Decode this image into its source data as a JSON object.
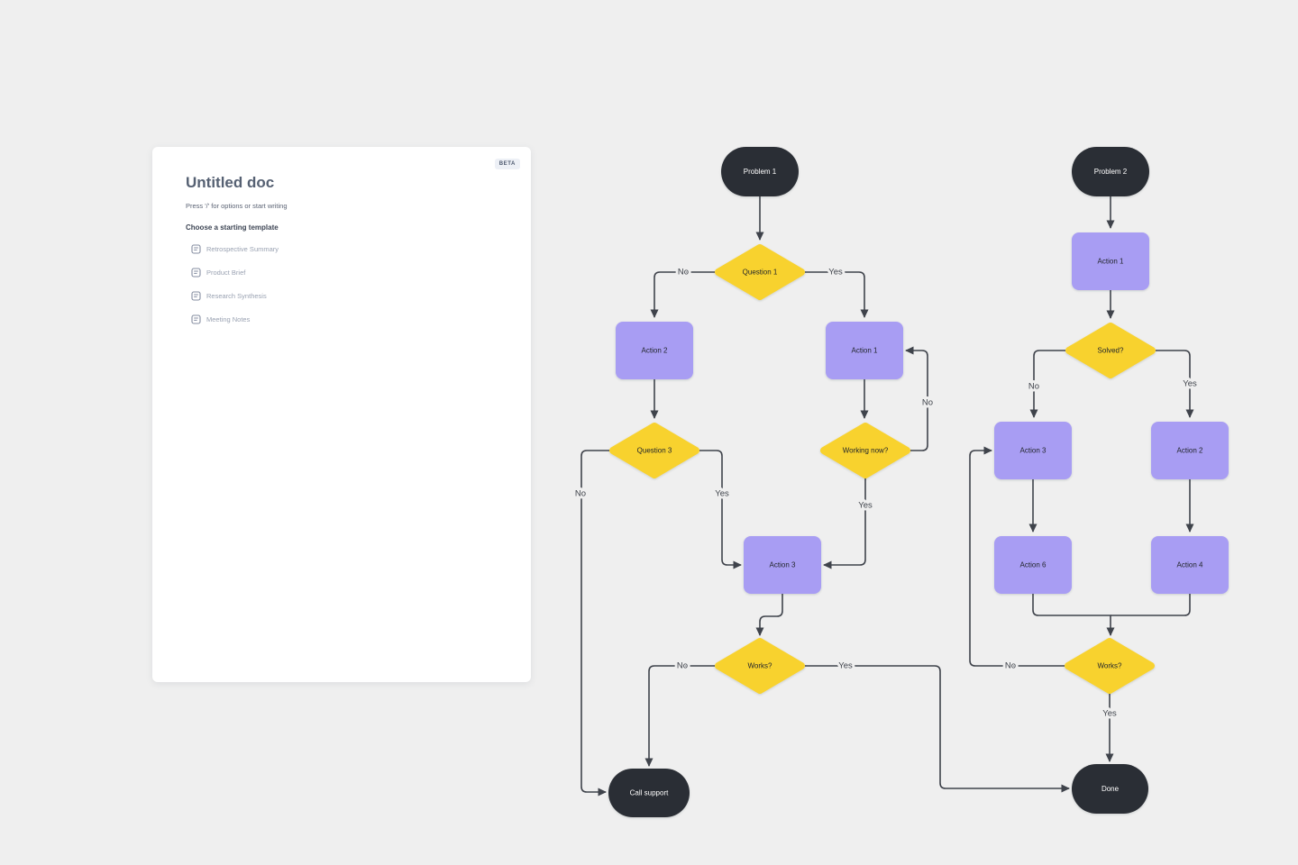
{
  "panel": {
    "badge": "BETA",
    "title": "Untitled doc",
    "subtitle": "Press '/' for options or start writing",
    "templates_heading": "Choose a starting template",
    "templates": [
      {
        "icon": "document-icon",
        "label": "Retrospective Summary"
      },
      {
        "icon": "document-icon",
        "label": "Product Brief"
      },
      {
        "icon": "document-icon",
        "label": "Research Synthesis"
      },
      {
        "icon": "document-icon",
        "label": "Meeting Notes"
      }
    ]
  },
  "colors": {
    "canvas_bg": "#efefef",
    "panel_bg": "#ffffff",
    "node_dark": "#2b2e35",
    "node_purple": "#a89df3",
    "node_yellow": "#f8d22f",
    "connector": "#3f434b",
    "node_text_dark": "#22252c",
    "node_text_light": "#ffffff"
  },
  "flowchart1": {
    "problem1": "Problem 1",
    "question1": "Question 1",
    "action2": "Action 2",
    "action1": "Action 1",
    "question3": "Question 3",
    "working_now": "Working now?",
    "action3": "Action 3",
    "works": "Works?",
    "call_support": "Call support",
    "labels": {
      "q1_no": "No",
      "q1_yes": "Yes",
      "q3_no": "No",
      "q3_yes": "Yes",
      "wn_no": "No",
      "wn_yes": "Yes",
      "works_no": "No",
      "works_yes": "Yes"
    }
  },
  "flowchart2": {
    "problem2": "Problem 2",
    "action1": "Action 1",
    "solved": "Solved?",
    "action3": "Action 3",
    "action2": "Action 2",
    "action6": "Action 6",
    "action4": "Action 4",
    "works": "Works?",
    "labels": {
      "solved_no": "No",
      "solved_yes": "Yes",
      "works_no": "No",
      "works_yes": "Yes"
    }
  },
  "shared": {
    "done": "Done"
  }
}
